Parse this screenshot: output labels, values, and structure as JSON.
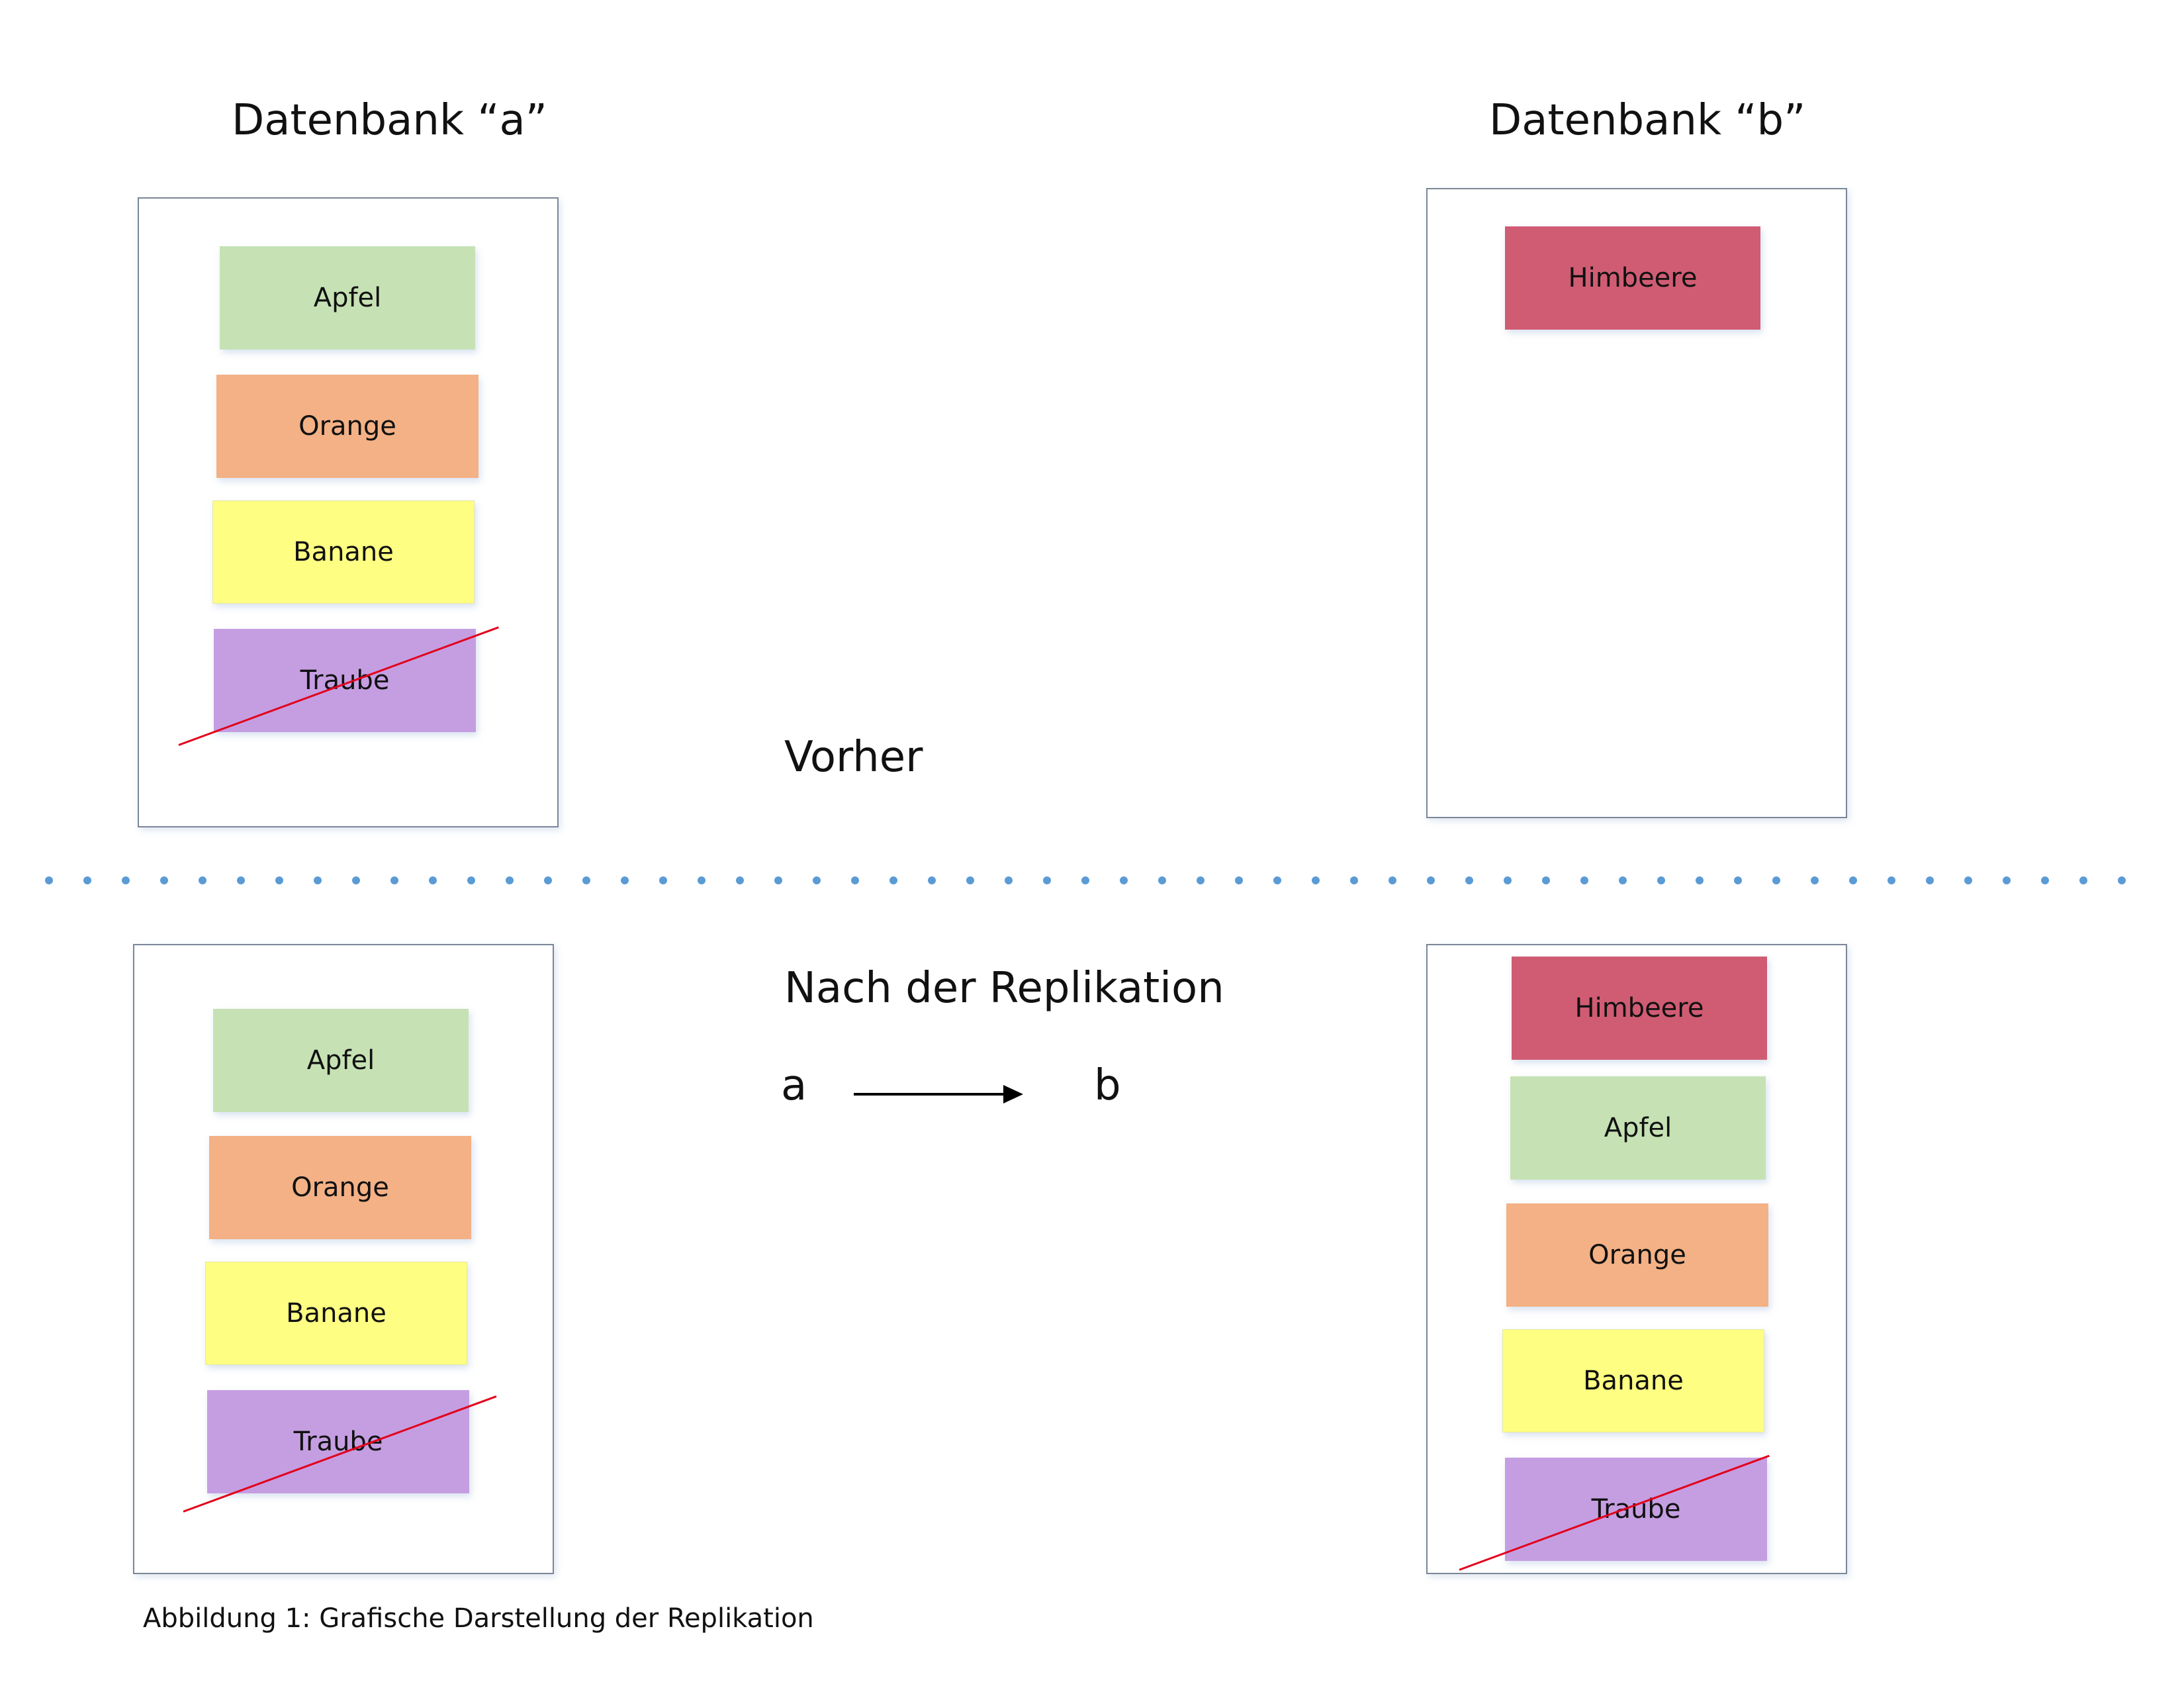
{
  "titles": {
    "db_a": "Datenbank “a”",
    "db_b": "Datenbank “b”"
  },
  "states": {
    "before": "Vorher",
    "after": "Nach der Replikation"
  },
  "replication": {
    "source": "a",
    "target": "b"
  },
  "items": {
    "apfel": "Apfel",
    "orange": "Orange",
    "banane": "Banane",
    "traube": "Traube",
    "himbeere": "Himbeere"
  },
  "caption": "Abbildung 1: Grafische Darstellung der Replikation",
  "colors": {
    "apfel": "#c6e2b4",
    "orange": "#f3b185",
    "banane": "#fefe82",
    "traube": "#c59ee2",
    "himbeere": "#d05c73",
    "strike": "#e3001b",
    "divider": "#5b9bd5"
  }
}
